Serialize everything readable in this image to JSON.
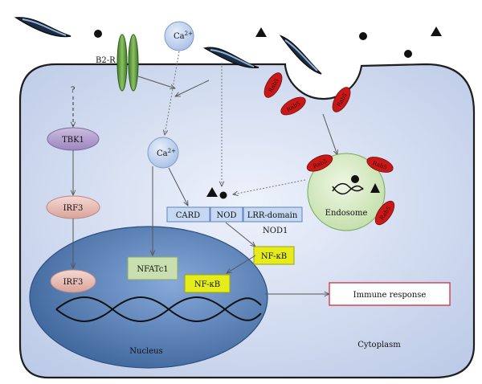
{
  "labels": {
    "b2r": "B2-R",
    "question": "?",
    "ca_out": "Ca",
    "ca_in": "Ca",
    "ca_sup": "2+",
    "tbk1": "TBK1",
    "irf3_cyto": "IRF3",
    "irf3_nuc": "IRF3",
    "card": "CARD",
    "nod": "NOD",
    "lrr": "LRR-domain",
    "nod1": "NOD1",
    "nfkb_cyto": "NF-κB",
    "nfkb_nuc": "NF-κB",
    "nfatc1": "NFATc1",
    "endosome": "Endosome",
    "nucleus": "Nucleus",
    "cytoplasm": "Cytoplasm",
    "immune": "Immune response",
    "rab": "Rab5"
  },
  "colors": {
    "cell_border": "#222222",
    "cytoplasm_light": "#e8eefa",
    "cytoplasm_dark": "#bccbe8",
    "nucleus_dark": "#3f6aa6",
    "nucleus_light": "#7fa3d6",
    "receptor": "#6ea04a",
    "tbk1": "#b3a0cc",
    "irf3": "#e8c0b8",
    "nfatc1": "#c9dfb0",
    "nfkb": "#e8ec1c",
    "nod_box": "#c7d8f3",
    "endosome": "#d8ecc4",
    "rab": "#c81818",
    "immune_border": "#d21e2e"
  }
}
